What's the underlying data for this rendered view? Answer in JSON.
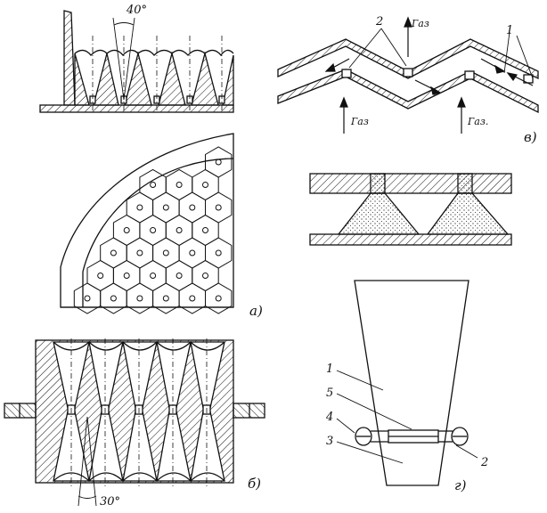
{
  "labels": {
    "fig_a": "а)",
    "fig_b": "б)",
    "fig_v": "в)",
    "fig_g": "г)"
  },
  "angles": {
    "top": "40°",
    "bottom": "30°"
  },
  "gas": {
    "label_1": "Газ",
    "label_2": "Газ",
    "label_3": "Газ."
  },
  "callouts": {
    "v_2": "2",
    "v_1": "1",
    "g_1": "1",
    "g_5": "5",
    "g_4": "4",
    "g_3": "3",
    "g_2": "2"
  },
  "colors": {
    "ink": "#111111",
    "paper": "#ffffff"
  }
}
